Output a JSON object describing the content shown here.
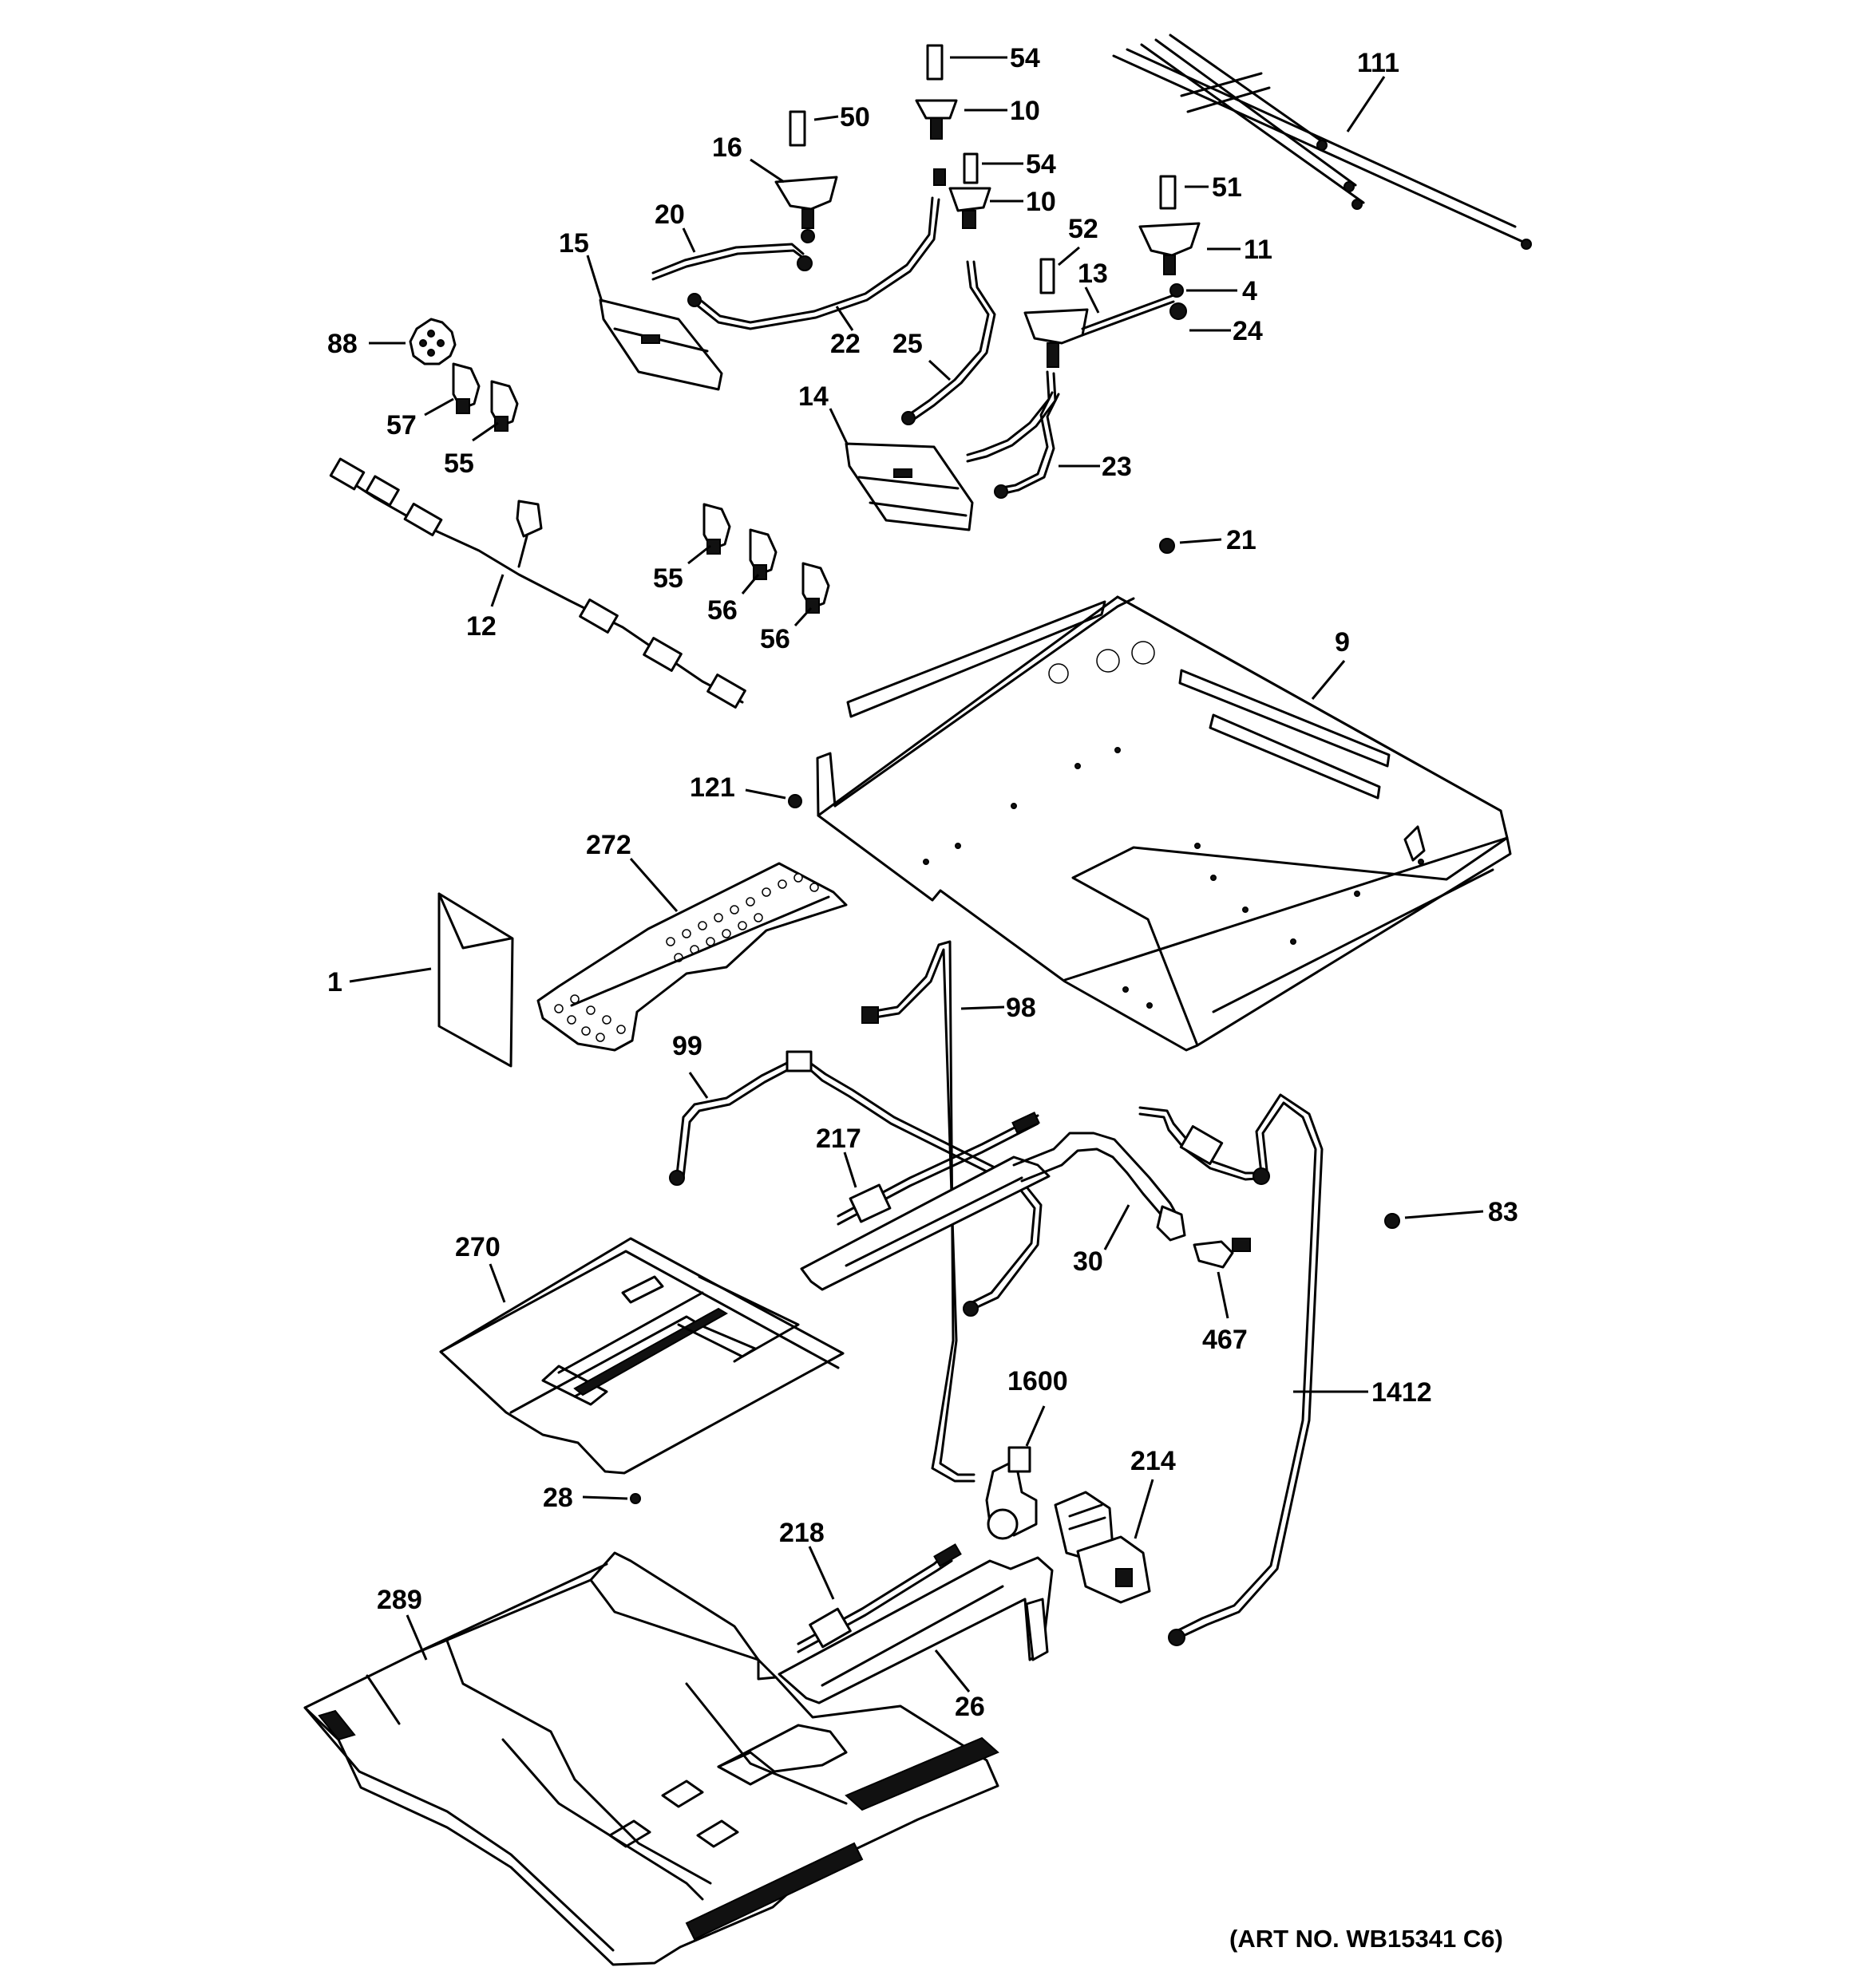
{
  "diagram": {
    "callouts": {
      "c54a": "54",
      "c10a": "10",
      "c50": "50",
      "c16": "16",
      "c54b": "54",
      "c10b": "10",
      "c111": "111",
      "c51": "51",
      "c20": "20",
      "c52": "52",
      "c11": "11",
      "c15": "15",
      "c13": "13",
      "c4": "4",
      "c24": "24",
      "c22": "22",
      "c88": "88",
      "c25": "25",
      "c57": "57",
      "c14": "14",
      "c23": "23",
      "c55a": "55",
      "c21": "21",
      "c55b": "55",
      "c12": "12",
      "c56a": "56",
      "c56b": "56",
      "c9": "9",
      "c121": "121",
      "c272": "272",
      "c1": "1",
      "c98": "98",
      "c99": "99",
      "c217": "217",
      "c83": "83",
      "c270": "270",
      "c30": "30",
      "c467": "467",
      "c1412": "1412",
      "c1600": "1600",
      "c214": "214",
      "c28": "28",
      "c218": "218",
      "c289": "289",
      "c26": "26"
    },
    "art_number": "(ART NO. WB15341 C6)"
  }
}
